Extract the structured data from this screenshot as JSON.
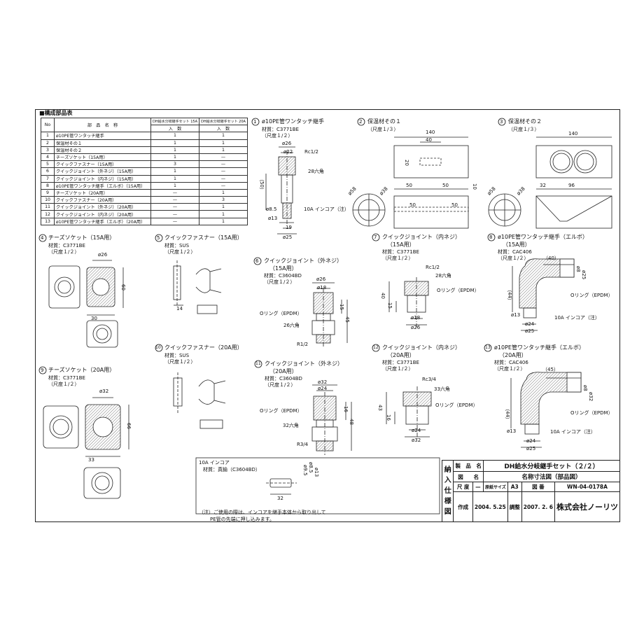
{
  "parts_table": {
    "title": "■構成部品表",
    "header": {
      "col_no": "No",
      "col_name": "部　品　名　称",
      "col_set15": "DH給水分岐継手セット 15A",
      "col_set20": "DH給水分岐継手セット 20A",
      "qty": "入　数"
    },
    "rows": [
      {
        "no": "1",
        "name": "ø10PE管ワンタッチ継手",
        "q15": "1",
        "q20": "1"
      },
      {
        "no": "2",
        "name": "保温材その１",
        "q15": "1",
        "q20": "1"
      },
      {
        "no": "3",
        "name": "保温材その２",
        "q15": "1",
        "q20": "1"
      },
      {
        "no": "4",
        "name": "チーズソケット（15A用）",
        "q15": "1",
        "q20": "—"
      },
      {
        "no": "5",
        "name": "クイックファスナー（15A用）",
        "q15": "3",
        "q20": "—"
      },
      {
        "no": "6",
        "name": "クイックジョイント（外ネジ）（15A用）",
        "q15": "1",
        "q20": "—"
      },
      {
        "no": "7",
        "name": "クイックジョイント（内ネジ）（15A用）",
        "q15": "1",
        "q20": "—"
      },
      {
        "no": "8",
        "name": "ø10PE管ワンタッチ継手（エルボ）（15A用）",
        "q15": "1",
        "q20": "—"
      },
      {
        "no": "9",
        "name": "チーズソケット（20A用）",
        "q15": "—",
        "q20": "1"
      },
      {
        "no": "10",
        "name": "クイックファスナー（20A用）",
        "q15": "—",
        "q20": "3"
      },
      {
        "no": "11",
        "name": "クイックジョイント（外ネジ）（20A用）",
        "q15": "—",
        "q20": "1"
      },
      {
        "no": "12",
        "name": "クイックジョイント（内ネジ）（20A用）",
        "q15": "—",
        "q20": "1"
      },
      {
        "no": "13",
        "name": "ø10PE管ワンタッチ継手（エルボ）（20A用）",
        "q15": "—",
        "q20": "1"
      }
    ]
  },
  "parts": {
    "p1": {
      "num": "1",
      "title": "ø10PE管ワンタッチ継手",
      "material": "材質：C3771BE",
      "scale": "（尺度１/２）",
      "dims": {
        "d26": "ø26",
        "d22": "ø22",
        "rc": "Rc1/2",
        "hex": "28六角",
        "l50": "（50）",
        "d85": "ø8.5",
        "d13": "ø13",
        "l19": "19",
        "d25": "ø25",
        "core": "10A インコア（注）"
      }
    },
    "p2": {
      "num": "2",
      "title": "保温材その１",
      "scale": "（尺度１/３）",
      "dims": {
        "l140": "140",
        "l40": "40",
        "h20": "20",
        "d38": "ø38",
        "d58": "ø58",
        "l50a": "50",
        "l50b": "50",
        "l50c": "50",
        "h10": "10"
      }
    },
    "p3": {
      "num": "3",
      "title": "保温材その２",
      "scale": "（尺度１/３）",
      "dims": {
        "l140": "140",
        "d58": "ø58",
        "d38": "ø38",
        "l32": "32",
        "l96": "96"
      }
    },
    "p4": {
      "num": "4",
      "title": "チーズソケット（15A用）",
      "material": "材質：C3771BE",
      "scale": "（尺度１/２）",
      "dims": {
        "d26": "ø26",
        "h60": "60",
        "l30": "30"
      }
    },
    "p5": {
      "num": "5",
      "title": "クイックファスナー（15A用）",
      "material": "材質：SUS",
      "scale": "（尺度１/２）",
      "dims": {
        "l14": "14"
      }
    },
    "p6": {
      "num": "6",
      "title": "クイックジョイント（外ネジ）",
      "sub": "（15A用）",
      "material": "材質：C3604BD",
      "scale": "（尺度１/２）",
      "dims": {
        "d26": "ø26",
        "d18": "ø18",
        "h15": "15",
        "h45": "45",
        "oring": "Oリング（EPDM）",
        "hex": "26六角",
        "thread": "R1/2"
      }
    },
    "p7": {
      "num": "7",
      "title": "クイックジョイント（内ネジ）",
      "sub": "（15A用）",
      "material": "材質：C3771BE",
      "scale": "（尺度１/２）",
      "dims": {
        "rc": "Rc1/2",
        "hex": "28六角",
        "oring": "Oリング（EPDM）",
        "h40": "40",
        "h15": "15",
        "d18": "ø18",
        "d26": "ø26"
      }
    },
    "p8": {
      "num": "8",
      "title": "ø10PE管ワンタッチ継手（エルボ）",
      "sub": "（15A用）",
      "material": "材質：CAC406",
      "scale": "（尺度１/２）",
      "dims": {
        "l40": "（40）",
        "d8": "ø8",
        "d25": "ø25",
        "oring": "Oリング（EPDM）",
        "l44": "（44）",
        "d13": "ø13",
        "d24": "ø24",
        "d25b": "ø25",
        "core": "10A インコア（注）"
      }
    },
    "p9": {
      "num": "9",
      "title": "チーズソケット（20A用）",
      "material": "材質：C3771BE",
      "scale": "（尺度１/２）",
      "dims": {
        "d32": "ø32",
        "h66": "66",
        "l33": "33"
      }
    },
    "p10": {
      "num": "10",
      "title": "クイックファスナー（20A用）",
      "material": "材質：SUS",
      "scale": "（尺度１/２）"
    },
    "p11": {
      "num": "11",
      "title": "クイックジョイント（外ネジ）",
      "sub": "（20A用）",
      "material": "材質：C3604BD",
      "scale": "（尺度１/２）",
      "dims": {
        "d32": "ø32",
        "d24": "ø24",
        "h16": "16",
        "h48": "48",
        "oring": "Oリング（EPDM）",
        "hex": "32六角",
        "thread": "R3/4"
      }
    },
    "p12": {
      "num": "12",
      "title": "クイックジョイント（内ネジ）",
      "sub": "（20A用）",
      "material": "材質：C3771BE",
      "scale": "（尺度１/２）",
      "dims": {
        "rc": "Rc3/4",
        "hex": "33六角",
        "oring": "Oリング（EPDM）",
        "h43": "43",
        "h16": "16",
        "d24": "ø24",
        "d32": "ø32"
      }
    },
    "p13": {
      "num": "13",
      "title": "ø10PE管ワンタッチ継手（エルボ）",
      "sub": "（20A用）",
      "material": "材質：CAC406",
      "scale": "（尺度１/２）",
      "dims": {
        "l45": "（45）",
        "d8": "ø8",
        "d32": "ø32",
        "oring": "Oリング（EPDM）",
        "l44": "（44）",
        "d13": "ø13",
        "d24": "ø24",
        "d25": "ø25",
        "core": "10A インコア（注）"
      }
    },
    "incore": {
      "title": "10A インコア",
      "material": "材質：真鍮（C3604BD）",
      "dims": {
        "d95": "ø9.5",
        "d85": "ø8.5",
        "d13": "ø13",
        "l32": "32"
      }
    }
  },
  "note": {
    "line1": "（注）ご使用の際は、インコアを継手本体から取り出して",
    "line2": "PE管の先端に押し込みます。"
  },
  "title_block": {
    "side": [
      "納",
      "入",
      "仕",
      "様",
      "図"
    ],
    "product_label": "製　品　名",
    "product": "DH給水分岐継手セット（２/２）",
    "drawing_label": "図　　名",
    "drawing": "名称寸法図（部品図）",
    "scale_label": "尺 度",
    "scale": "—",
    "paper_label": "原紙サイズ",
    "paper": "A3",
    "number_label": "図 番",
    "number": "WN-04-0178A",
    "made_label": "作成",
    "made": "2004. 5.25",
    "rev_label": "調整",
    "rev": "2007. 2. 6",
    "company": "株式会社ノーリツ"
  }
}
